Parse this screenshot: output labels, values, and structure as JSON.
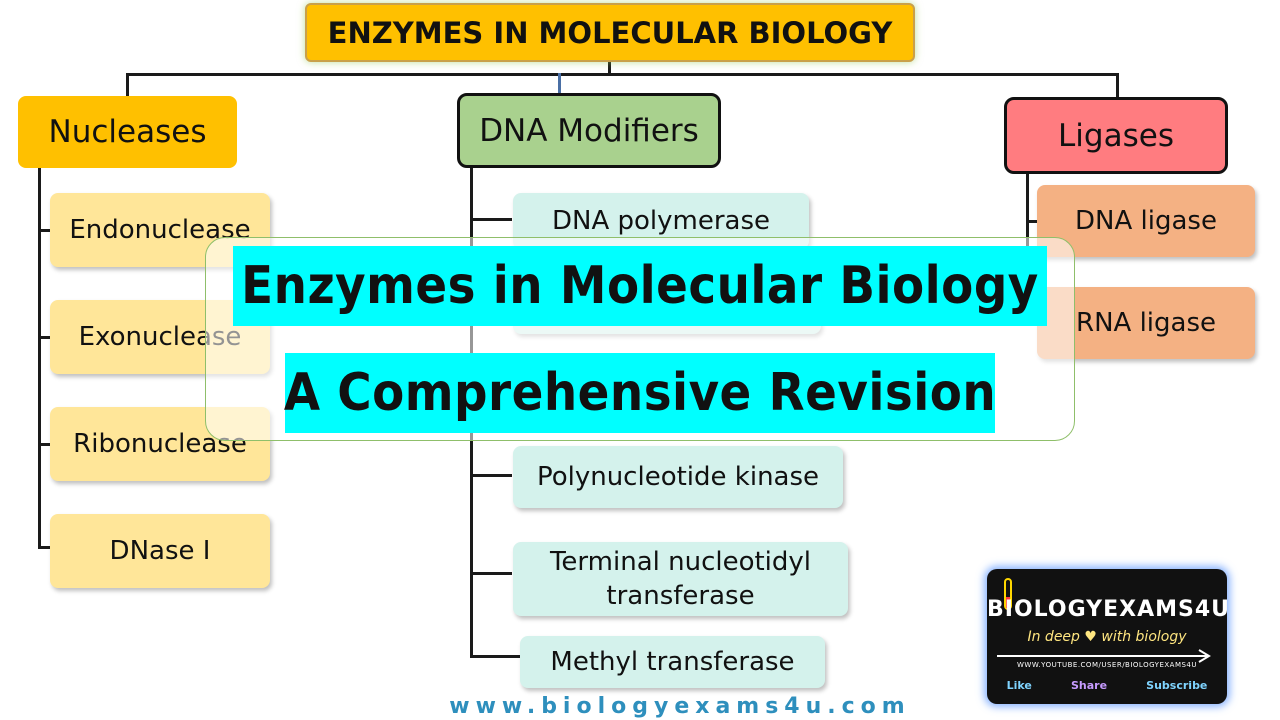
{
  "title": "ENZYMES IN MOLECULAR BIOLOGY",
  "columns": {
    "nucleases": {
      "heading": "Nucleases",
      "items": [
        "Endonuclease",
        "Exonuclease",
        "Ribonuclease",
        "DNase I"
      ]
    },
    "dna_modifiers": {
      "heading": "DNA Modifiers",
      "items": [
        "DNA polymerase",
        "Polynucleotide kinase",
        "Terminal nucleotidyl transferase",
        "Methyl transferase"
      ]
    },
    "ligases": {
      "heading": "Ligases",
      "items": [
        "DNA ligase",
        "RNA ligase"
      ]
    }
  },
  "overlay": {
    "line1": "Enzymes in Molecular Biology",
    "line2": "A Comprehensive Revision"
  },
  "logo": {
    "name": "BIOLOGYEXAMS4U",
    "tagline": "In deep ♥ with biology",
    "url": "WWW.YOUTUBE.COM/USER/BIOLOGYEXAMS4U",
    "actions": [
      "Like",
      "Share",
      "Subscribe"
    ]
  },
  "footer_url": "www.biologyexams4u.com",
  "colors": {
    "title_bg": "#ffc000",
    "nucleases_head": "#ffc000",
    "dna_modifiers_head": "#a9d18e",
    "ligases_head": "#ff7c80",
    "nuclease_item": "#ffe699",
    "dna_item": "#d4f2ec",
    "ligase_item": "#f4b183",
    "banner": "#00ffff"
  }
}
